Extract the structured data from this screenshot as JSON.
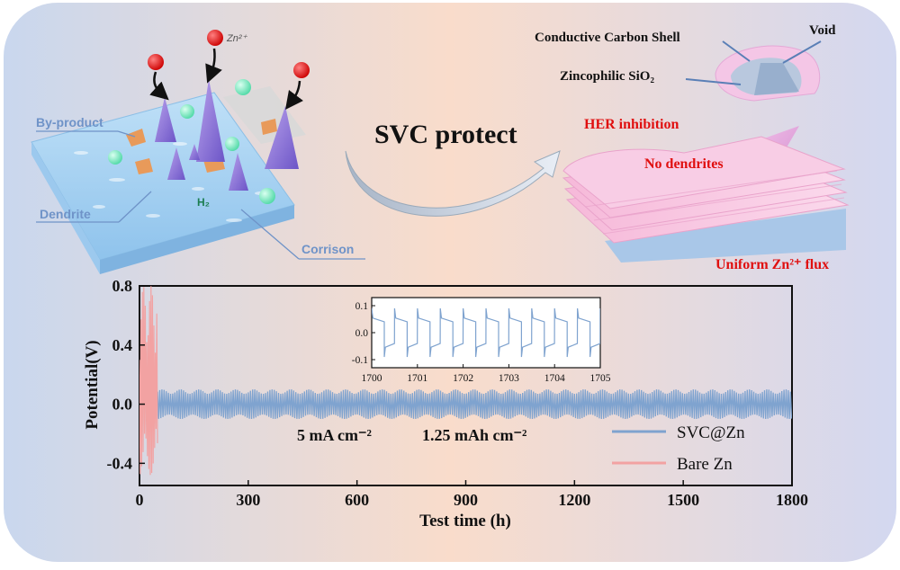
{
  "colors": {
    "bg_left": "#c7d6ee",
    "bg_center": "#f9dcc9",
    "bg_right": "#d4d9f0",
    "svc_line": "#7fa3cf",
    "bare_line": "#f2a2a2",
    "red_text": "#e01010",
    "blue_label": "#6f93c8"
  },
  "schematic": {
    "left": {
      "ion_label": "Zn²⁺",
      "h2_label": "H₂",
      "byproduct_label": "By-product",
      "dendrite_label": "Dendrite",
      "corrosion_label": "Corrison"
    },
    "center": {
      "arrow_label": "SVC protect"
    },
    "right": {
      "shell_label": "Conductive Carbon Shell",
      "void_label": "Void",
      "sio2_label": "Zincophilic SiO₂",
      "her_label": "HER inhibition",
      "dendrite_label": "No dendrites",
      "flux_label": "Uniform Zn²⁺ flux"
    }
  },
  "chart_data": {
    "type": "line",
    "xlabel": "Test time (h)",
    "ylabel": "Potential(V)",
    "xlim": [
      0,
      1800
    ],
    "ylim": [
      -0.55,
      0.8
    ],
    "x_ticks": [
      "0",
      "300",
      "600",
      "900",
      "1200",
      "1500",
      "1800"
    ],
    "y_ticks": [
      "-0.4",
      "0.0",
      "0.4",
      "0.8"
    ],
    "conditions": [
      "5 mA cm⁻²",
      "1.25 mAh cm⁻²"
    ],
    "legend_position": "bottom-right",
    "series": [
      {
        "name": "SVC@Zn",
        "color": "#7fa3cf",
        "t_start": 50,
        "t_end": 1800,
        "amplitude": 0.1
      },
      {
        "name": "Bare Zn",
        "color": "#f2a2a2",
        "t_start": 0,
        "t_end": 50,
        "amplitude_max": 0.8,
        "amplitude_min": -0.48
      }
    ],
    "inset": {
      "xlim": [
        1700,
        1705
      ],
      "ylim": [
        -0.13,
        0.13
      ],
      "x_ticks": [
        "1700",
        "1701",
        "1702",
        "1703",
        "1704",
        "1705"
      ],
      "y_ticks": [
        "0.1",
        "0.0",
        "-0.1"
      ],
      "cycles": 10,
      "amplitude": 0.09
    }
  }
}
